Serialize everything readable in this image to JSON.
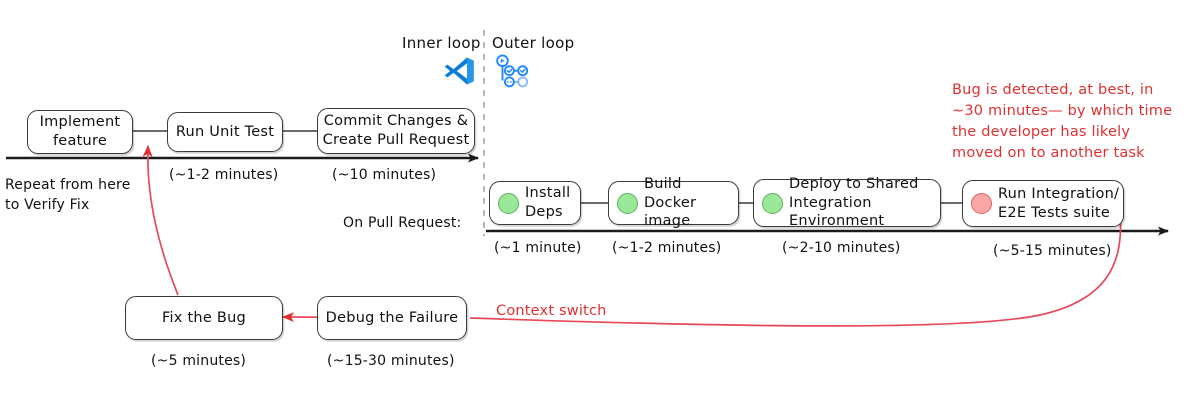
{
  "diagram": {
    "title": "Inner loop vs Outer loop developer feedback cycle",
    "divider": "dashed-vertical-divider"
  },
  "loops": {
    "inner": {
      "label": "Inner loop",
      "icon": "vscode-icon"
    },
    "outer": {
      "label": "Outer loop",
      "icon": "pipeline-workflow-icon"
    }
  },
  "inner_loop": {
    "steps": [
      {
        "label": "Implement\nfeature",
        "duration": ""
      },
      {
        "label": "Run Unit Test",
        "duration": "(~1-2 minutes)"
      },
      {
        "label": "Commit Changes &\nCreate Pull Request",
        "duration": "(~10 minutes)"
      }
    ]
  },
  "outer_loop": {
    "trigger_label": "On Pull Request:",
    "steps": [
      {
        "label": "Install\nDeps",
        "duration": "(~1 minute)",
        "status": "green"
      },
      {
        "label": "Build\nDocker image",
        "duration": "(~1-2 minutes)",
        "status": "green"
      },
      {
        "label": "Deploy to Shared\nIntegration Environment",
        "duration": "(~2-10 minutes)",
        "status": "green"
      },
      {
        "label": "Run Integration/\nE2E Tests suite",
        "duration": "(~5-15 minutes)",
        "status": "pink"
      }
    ]
  },
  "remediation": {
    "steps": [
      {
        "label": "Fix the Bug",
        "duration": "(~5 minutes)"
      },
      {
        "label": "Debug the Failure",
        "duration": "(~15-30 minutes)"
      }
    ]
  },
  "annotations": {
    "repeat": "Repeat from here\nto Verify Fix",
    "context_switch": "Context switch",
    "bug_detected": "Bug is detected, at best, in\n~30 minutes— by which time\nthe developer has likely\nmoved on to another task"
  },
  "colors": {
    "red": "#e03131",
    "green_dot": "#9be89b",
    "pink_dot": "#f9a7a7",
    "stroke": "#3b3b3b",
    "vscode_blue": "#0a7fd4",
    "pipeline_blue": "#2188ff"
  }
}
